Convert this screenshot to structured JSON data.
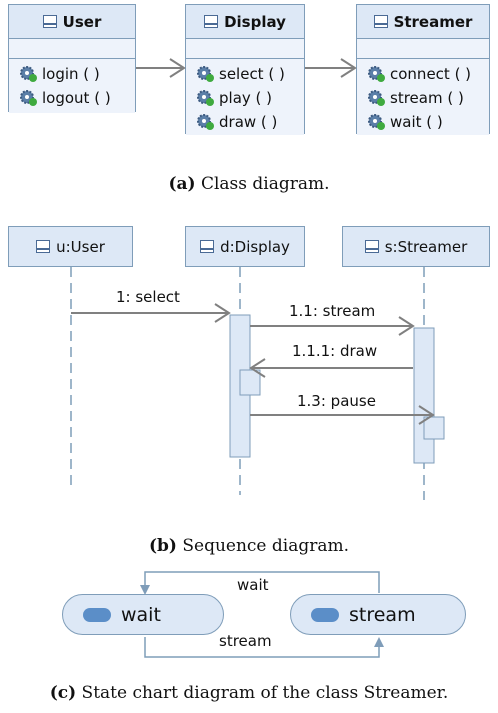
{
  "class_diagram": {
    "classes": [
      {
        "name": "User",
        "operations": [
          "login ( )",
          "logout ( )"
        ]
      },
      {
        "name": "Display",
        "operations": [
          "select ( )",
          "play ( )",
          "draw ( )"
        ]
      },
      {
        "name": "Streamer",
        "operations": [
          "connect ( )",
          "stream ( )",
          "wait ( )"
        ]
      }
    ],
    "caption_tag": "(a)",
    "caption_text": " Class diagram."
  },
  "sequence_diagram": {
    "lifelines": [
      "u:User",
      "d:Display",
      "s:Streamer"
    ],
    "messages": [
      "1: select",
      "1.1: stream",
      "1.1.1: draw",
      "1.3: pause"
    ],
    "caption_tag": "(b)",
    "caption_text": " Sequence diagram."
  },
  "state_chart": {
    "states": [
      "wait",
      "stream"
    ],
    "transitions": [
      "wait",
      "stream"
    ],
    "caption_tag": "(c)",
    "caption_text": " State chart diagram of the class Streamer."
  },
  "colors": {
    "box_fill": "#dde8f6",
    "box_border": "#7f9db9",
    "arrow": "#808080",
    "state_pill": "#5b8ec8",
    "gear": "#5b7fa8",
    "gear_dot": "#3faa3f"
  }
}
